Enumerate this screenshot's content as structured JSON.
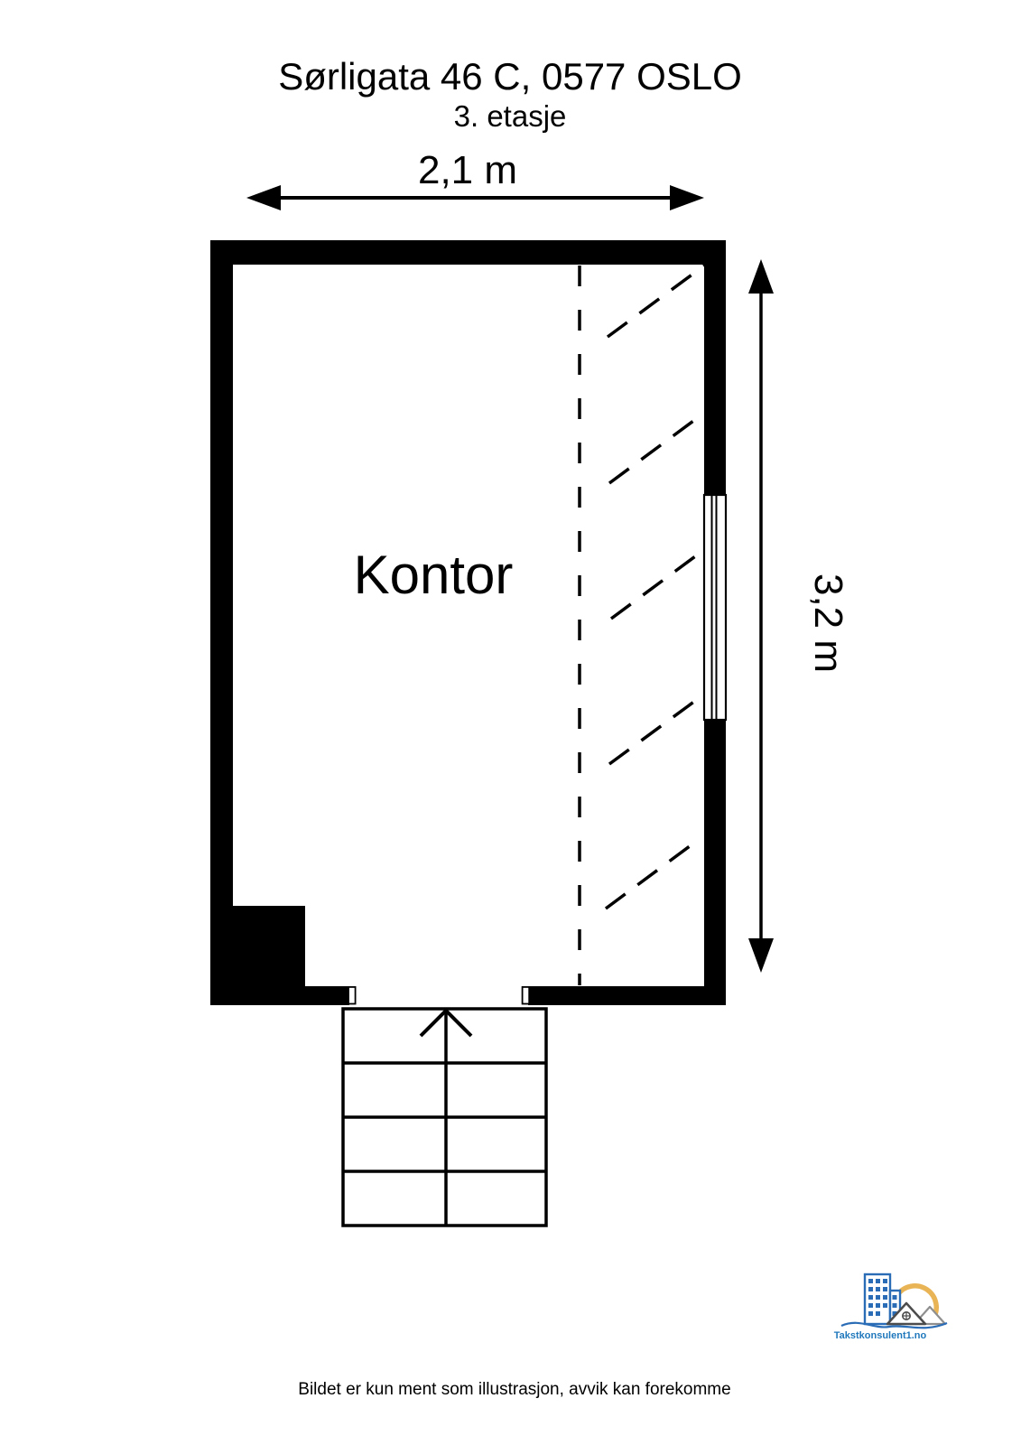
{
  "page": {
    "title": "Sørligata 46 C, 0577 OSLO",
    "subtitle": "3. etasje",
    "disclaimer": "Bildet er kun ment som illustrasjon, avvik kan forekomme"
  },
  "floor_plan": {
    "room_label": "Kontor",
    "width_dimension": "2,1 m",
    "height_dimension": "3,2 m",
    "symbols": {
      "stairs": "staircase-with-up-arrow",
      "window": "window-on-right-wall",
      "vertical_dashed_line": "ceiling-height-boundary",
      "diagonal_dashed_lines": "sloped-ceiling-hatching"
    }
  },
  "logo": {
    "text": "Takstkonsulent1.no"
  },
  "colors": {
    "ink": "#000000",
    "background": "#ffffff",
    "logo_blue": "#2a6cb5",
    "logo_sun": "#e9b455",
    "logo_dark_gray": "#4c4c4c",
    "logo_light_gray": "#8f8f8f"
  }
}
